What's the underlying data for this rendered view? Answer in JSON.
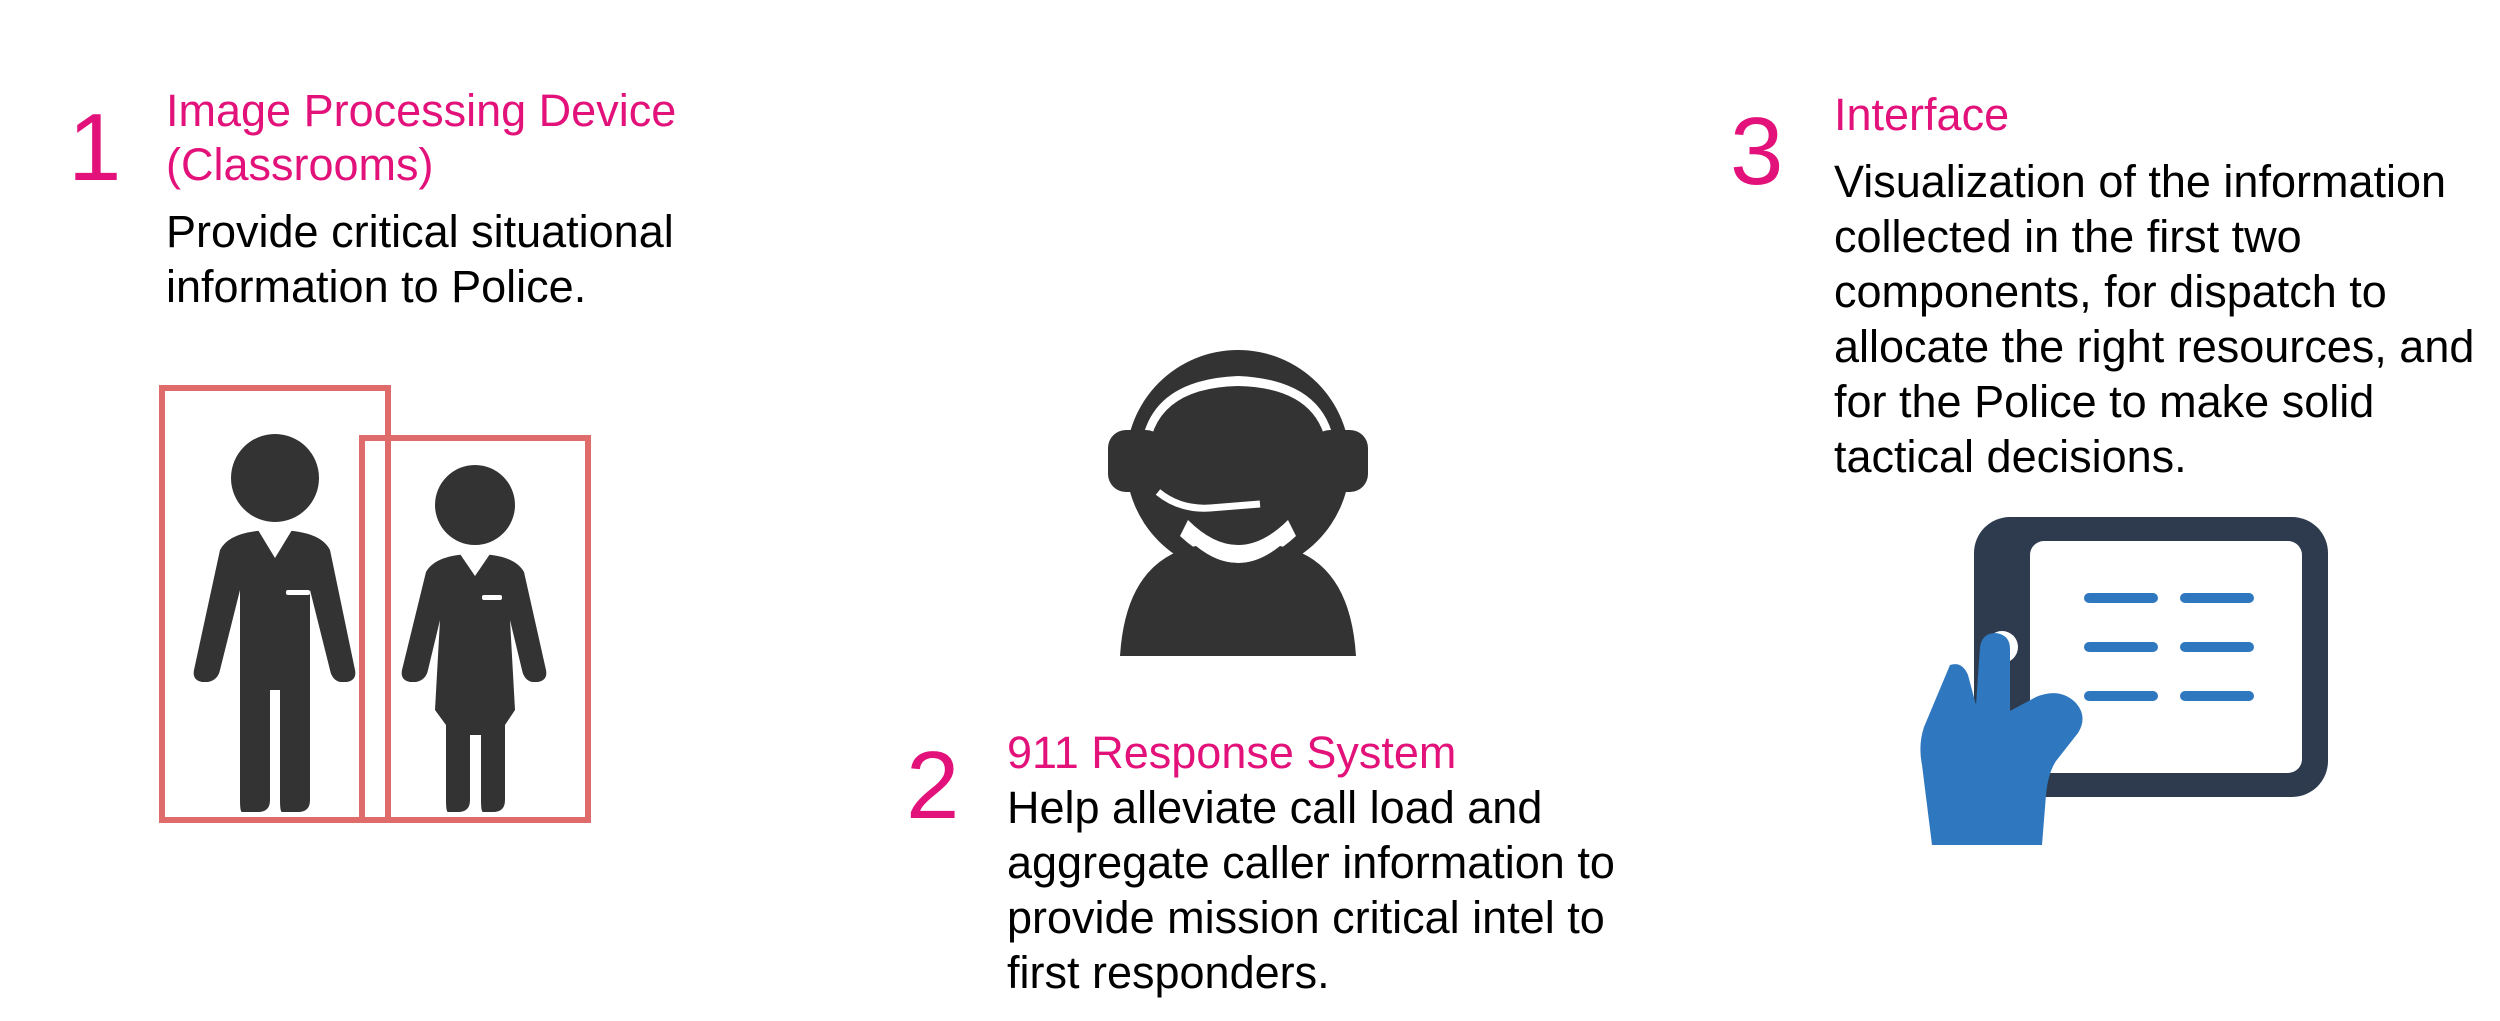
{
  "colors": {
    "accent": "#e2127a",
    "text": "#000000",
    "icon_dark": "#333333",
    "bounding_box": "#e06b6b",
    "hand_blue": "#2f78bf",
    "tablet_dark": "#2e3b4e",
    "list_blue": "#2f78bf"
  },
  "components": [
    {
      "number": "1",
      "title_lines": [
        "Image Processing Device",
        "(Classrooms)"
      ],
      "description_lines": [
        "Provide critical situational",
        "information to Police."
      ],
      "icon": "students-detection-icon"
    },
    {
      "number": "2",
      "title_lines": [
        "911 Response System"
      ],
      "description_lines": [
        "Help alleviate call load and",
        "aggregate caller information to",
        "provide mission critical intel to",
        "first responders."
      ],
      "icon": "call-operator-headset-icon"
    },
    {
      "number": "3",
      "title_lines": [
        "Interface"
      ],
      "description_lines": [
        "Visualization of the information",
        "collected in the first two",
        "components, for dispatch to",
        "allocate the right resources, and",
        "for the Police to make solid",
        "tactical decisions."
      ],
      "icon": "tablet-hand-icon"
    }
  ]
}
